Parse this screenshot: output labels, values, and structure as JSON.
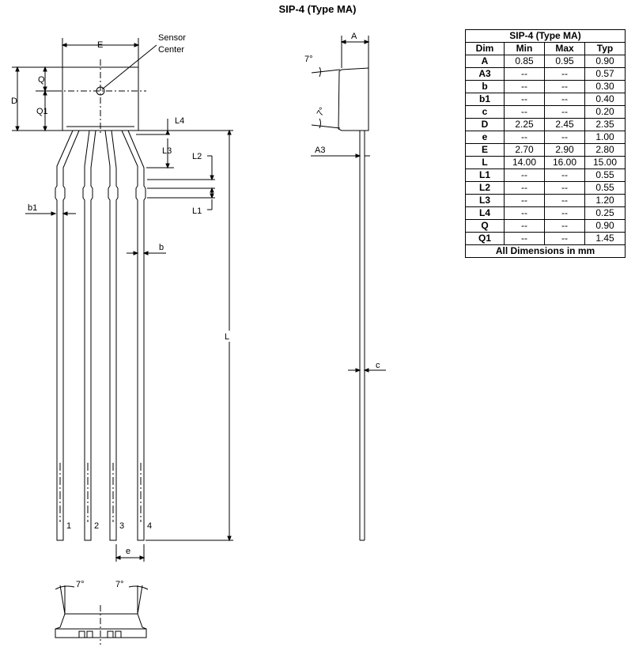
{
  "title": "SIP-4 (Type MA)",
  "front_view": {
    "dim_E": "E",
    "dim_Q": "Q",
    "dim_D": "D",
    "dim_Q1": "Q1",
    "sensor_line1": "Sensor",
    "sensor_line2": "Center",
    "dim_L4": "L4",
    "dim_L3": "L3",
    "dim_L2": "L2",
    "dim_L1": "L1",
    "dim_b1": "b1",
    "dim_b": "b",
    "dim_L": "L",
    "dim_e": "e",
    "pin1": "1",
    "pin2": "2",
    "pin3": "3",
    "pin4": "4"
  },
  "side_view": {
    "dim_A": "A",
    "angle_top": "7°",
    "angle_bottom": "7°",
    "dim_A3": "A3",
    "dim_c": "c"
  },
  "bottom_view": {
    "angle_left": "7°",
    "angle_right": "7°"
  },
  "table": {
    "caption": "SIP-4 (Type MA)",
    "headers": [
      "Dim",
      "Min",
      "Max",
      "Typ"
    ],
    "rows": [
      [
        "A",
        "0.85",
        "0.95",
        "0.90"
      ],
      [
        "A3",
        "--",
        "--",
        "0.57"
      ],
      [
        "b",
        "--",
        "--",
        "0.30"
      ],
      [
        "b1",
        "--",
        "--",
        "0.40"
      ],
      [
        "c",
        "--",
        "--",
        "0.20"
      ],
      [
        "D",
        "2.25",
        "2.45",
        "2.35"
      ],
      [
        "e",
        "--",
        "--",
        "1.00"
      ],
      [
        "E",
        "2.70",
        "2.90",
        "2.80"
      ],
      [
        "L",
        "14.00",
        "16.00",
        "15.00"
      ],
      [
        "L1",
        "--",
        "--",
        "0.55"
      ],
      [
        "L2",
        "--",
        "--",
        "0.55"
      ],
      [
        "L3",
        "--",
        "--",
        "1.20"
      ],
      [
        "L4",
        "--",
        "--",
        "0.25"
      ],
      [
        "Q",
        "--",
        "--",
        "0.90"
      ],
      [
        "Q1",
        "--",
        "--",
        "1.45"
      ]
    ],
    "footer": "All Dimensions in mm"
  }
}
